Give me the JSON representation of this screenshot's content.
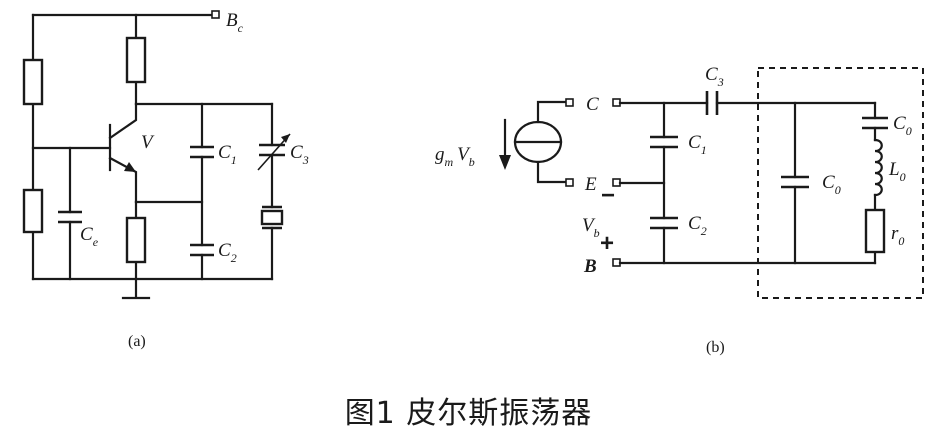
{
  "caption": "图1  皮尔斯振荡器",
  "circuit_a": {
    "panel_label": "(a)",
    "supply_label": {
      "main": "B",
      "sub": "c"
    },
    "transistor_label": "V",
    "c1": {
      "main": "C",
      "sub": "1"
    },
    "c2": {
      "main": "C",
      "sub": "2"
    },
    "c3": {
      "main": "C",
      "sub": "3"
    },
    "ce": {
      "main": "C",
      "sub": "e"
    }
  },
  "circuit_b": {
    "panel_label": "(b)",
    "source": {
      "g": "g",
      "g_sub": "m",
      "v": "V",
      "v_sub": "b"
    },
    "node_c": "C",
    "node_e": "E",
    "node_b": "B",
    "vb": {
      "main": "V",
      "sub": "b"
    },
    "minus_sign": "−",
    "plus_sign": "+",
    "c1": {
      "main": "C",
      "sub": "1"
    },
    "c2": {
      "main": "C",
      "sub": "2"
    },
    "c3": {
      "main": "C",
      "sub": "3"
    },
    "c0_parallel": {
      "main": "C",
      "sub": "0"
    },
    "c0_series": {
      "main": "C",
      "sub": "0"
    },
    "l0": {
      "main": "L",
      "sub": "0"
    },
    "r0": {
      "main": "r",
      "sub": "0"
    }
  }
}
